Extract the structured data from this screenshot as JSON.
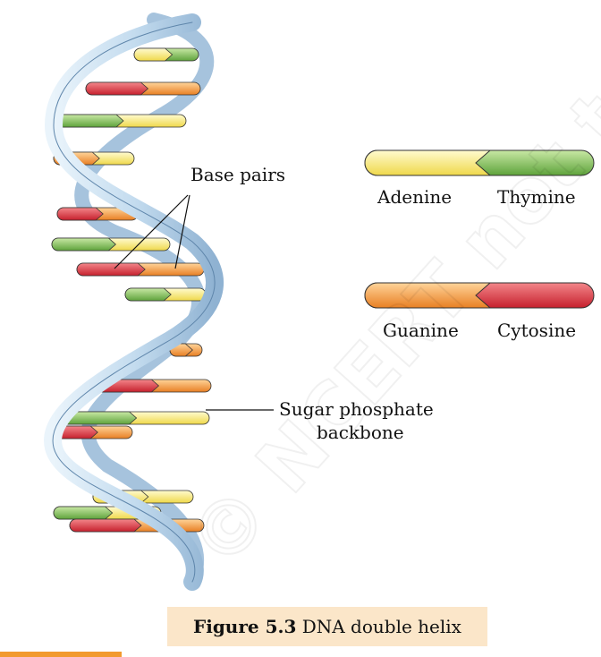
{
  "labels": {
    "base_pairs": "Base pairs",
    "sugar_phosphate_line1": "Sugar phosphate",
    "sugar_phosphate_line2": "backbone",
    "adenine": "Adenine",
    "thymine": "Thymine",
    "guanine": "Guanine",
    "cytosine": "Cytosine"
  },
  "caption": {
    "number": "Figure 5.3",
    "text": "DNA double helix"
  },
  "watermark": "© NCERT not to be republished",
  "colors": {
    "adenine": "#f4e36a",
    "thymine": "#7fbf5a",
    "guanine": "#f1983f",
    "cytosine": "#d9343f",
    "backbone": "#c4dcef",
    "caption_bg": "#fbe6c9",
    "corner_bar": "#f29a2e"
  }
}
